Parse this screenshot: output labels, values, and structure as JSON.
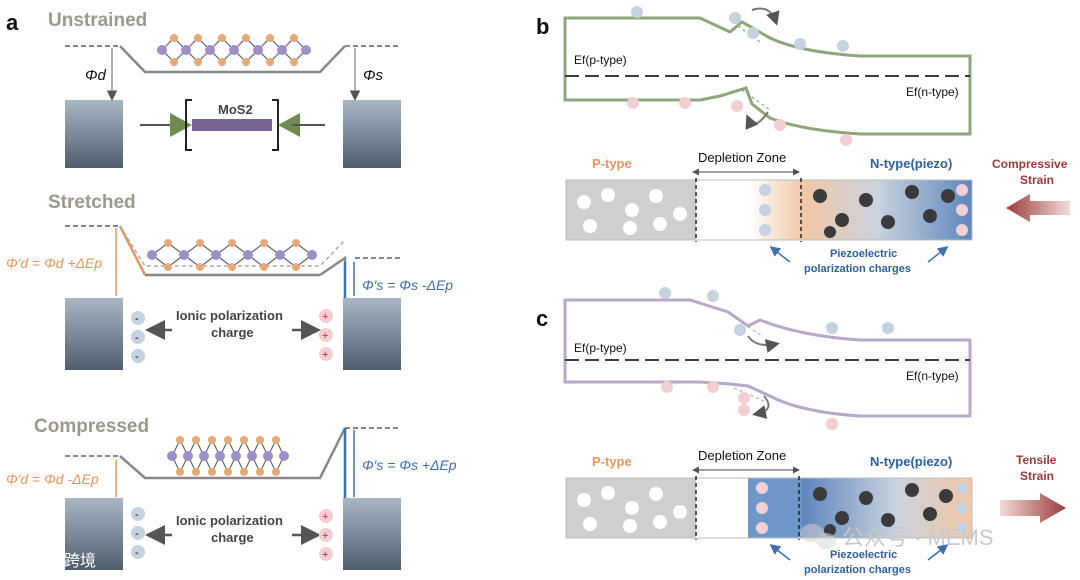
{
  "panel_a": {
    "label": "a",
    "unstrained": {
      "title": "Unstrained",
      "phi_d": "Φd",
      "phi_s": "Φs",
      "material": "MoS2"
    },
    "stretched": {
      "title": "Stretched",
      "eq_d": "Φ′d = Φd +ΔEp",
      "eq_s": "Φ′s = Φs -ΔEp",
      "ionic_line1": "Ionic polarization",
      "ionic_line2": "charge"
    },
    "compressed": {
      "title": "Compressed",
      "eq_d": "Φ′d = Φd -ΔEp",
      "eq_s": "Φ′s = Φs +ΔEp",
      "ionic_line1": "Ionic polarization",
      "ionic_line2": "charge"
    }
  },
  "panel_b": {
    "label": "b",
    "ef_p": "Ef(p-type)",
    "ef_n": "Ef(n-type)",
    "p_type": "P-type",
    "depletion": "Depletion Zone",
    "n_type": "N-type(piezo)",
    "strain_line1": "Compressive",
    "strain_line2": "Strain",
    "piezo_line1": "Piezoelectric",
    "piezo_line2": "polarization charges"
  },
  "panel_c": {
    "label": "c",
    "ef_p": "Ef(p-type)",
    "ef_n": "Ef(n-type)",
    "p_type": "P-type",
    "depletion": "Depletion Zone",
    "n_type": "N-type(piezo)",
    "strain_line1": "Tensile",
    "strain_line2": "Strain",
    "piezo_line1": "Piezoelectric",
    "piezo_line2": "polarization charges"
  },
  "charges": {
    "minus": "-",
    "plus": "+"
  },
  "watermarks": {
    "right": "公众号 · MEMS",
    "left": "大数跨境"
  },
  "colors": {
    "orange": "#e9955d",
    "blue": "#3f6fad",
    "green_band": "#8fa57a",
    "purple_band": "#b9a7c9",
    "metal_top": "#aab6c4",
    "metal_bottom": "#4f5d6e",
    "strain_arrow": "#9a3b3b"
  }
}
